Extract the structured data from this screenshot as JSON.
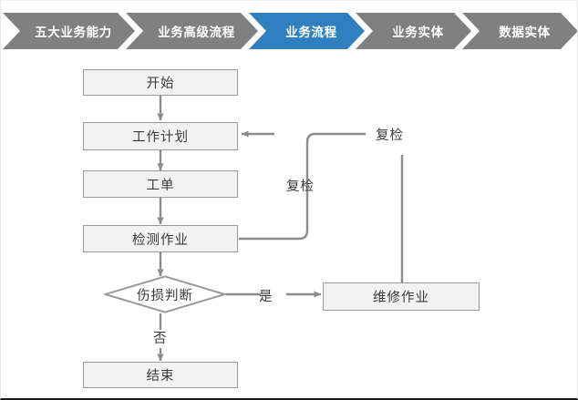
{
  "breadcrumb": {
    "items": [
      {
        "label": "五大业务能力",
        "state": "inactive"
      },
      {
        "label": "业务高级流程",
        "state": "inactive"
      },
      {
        "label": "业务流程",
        "state": "active"
      },
      {
        "label": "业务实体",
        "state": "inactive"
      },
      {
        "label": "数据实体",
        "state": "inactive"
      }
    ],
    "active_color": "#3080c0",
    "inactive_color": "#808080",
    "text_color": "#ffffff"
  },
  "flowchart": {
    "node_fill": "#f2f2f2",
    "node_border": "#9a9a9a",
    "connector_color": "#8c8c8c",
    "nodes": {
      "start": "开始",
      "work_plan": "工作计划",
      "work_order": "工单",
      "inspection": "检测作业",
      "damage_decision": "伤损判断",
      "repair": "维修作业",
      "end": "结束"
    },
    "edge_labels": {
      "recheck_inner": "复检",
      "recheck_outer": "复检",
      "yes": "是",
      "no": "否"
    }
  }
}
